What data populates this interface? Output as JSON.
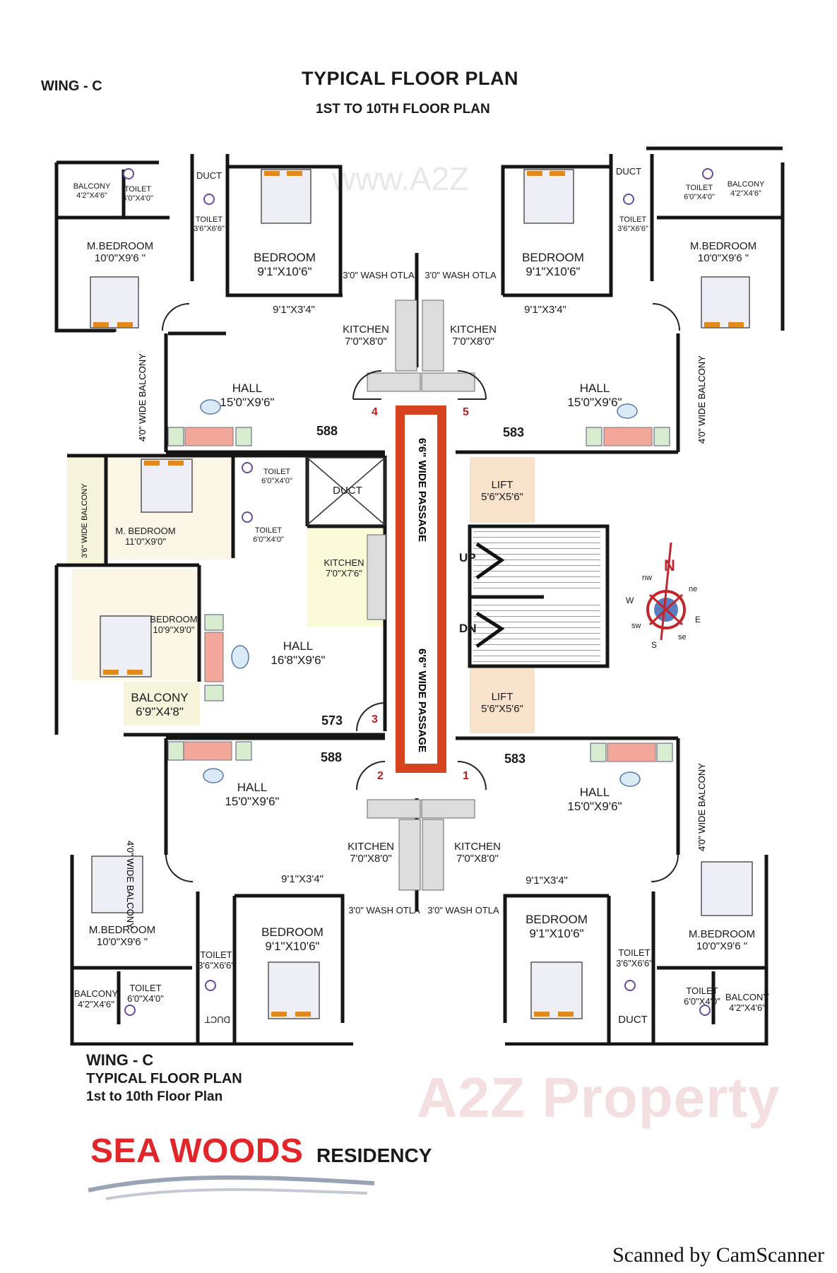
{
  "header": {
    "wing": "WING - C",
    "title": "TYPICAL FLOOR PLAN",
    "subtitle": "1ST TO 10TH FLOOR PLAN"
  },
  "watermark_top": "www.A2Z",
  "flats": {
    "f588_top": {
      "number": "588",
      "balcony": [
        "BALCONY",
        "4'2\"X4'6\""
      ],
      "toilet1": [
        "TOILET",
        "6'0\"X4'0\""
      ],
      "duct": "DUCT",
      "toilet2": [
        "TOILET",
        "3'6\"X6'6\""
      ],
      "mbed": [
        "M.BEDROOM",
        "10'0\"X9'6 \""
      ],
      "bed": [
        "BEDROOM",
        "9'1\"X10'6\""
      ],
      "wash": "3'0\" WASH OTLA",
      "passage_dim": "9'1\"X3'4\"",
      "kitchen": [
        "KITCHEN",
        "7'0\"X8'0\""
      ],
      "hall": [
        "HALL",
        "15'0\"X9'6\""
      ],
      "wide_balcony": "4'0\" WIDE BALCONY",
      "door": "4"
    },
    "f583_top": {
      "number": "583",
      "balcony": [
        "BALCONY",
        "4'2\"X4'6\""
      ],
      "toilet1": [
        "TOILET",
        "6'0\"X4'0\""
      ],
      "duct": "DUCT",
      "toilet2": [
        "TOILET",
        "3'6\"X6'6\""
      ],
      "mbed": [
        "M.BEDROOM",
        "10'0\"X9'6 \""
      ],
      "bed": [
        "BEDROOM",
        "9'1\"X10'6\""
      ],
      "wash": "3'0\" WASH OTLA",
      "passage_dim": "9'1\"X3'4\"",
      "kitchen": [
        "KITCHEN",
        "7'0\"X8'0\""
      ],
      "hall": [
        "HALL",
        "15'0\"X9'6\""
      ],
      "wide_balcony": "4'0\" WIDE BALCONY",
      "door": "5"
    },
    "f573": {
      "number": "573",
      "wide_balcony": "3'6\" WIDE BALCONY",
      "mbed": [
        "M. BEDROOM",
        "11'0\"X9'0\""
      ],
      "toilet1": [
        "TOILET",
        "6'0\"X4'0\""
      ],
      "toilet2": [
        "TOILET",
        "6'0\"X4'0\""
      ],
      "duct": "DUCT",
      "kitchen": [
        "KITCHEN",
        "7'0\"X7'6\""
      ],
      "bed": [
        "BEDROOM",
        "10'9\"X9'0\""
      ],
      "hall": [
        "HALL",
        "16'8\"X9'6\""
      ],
      "balcony": [
        "BALCONY",
        "6'9\"X4'8\""
      ],
      "door": "3"
    },
    "f588_bot": {
      "number": "588",
      "wide_balcony": "4'0\" WIDE BALCONY",
      "hall": [
        "HALL",
        "15'0\"X9'6\""
      ],
      "kitchen": [
        "KITCHEN",
        "7'0\"X8'0\""
      ],
      "passage_dim": "9'1\"X3'4\"",
      "wash": "3'0\" WASH OTLA",
      "mbed": [
        "M.BEDROOM",
        "10'0\"X9'6 \""
      ],
      "toilet2": [
        "TOILET",
        "3'6\"X6'6\""
      ],
      "bed": [
        "BEDROOM",
        "9'1\"X10'6\""
      ],
      "balcony": [
        "BALCONY",
        "4'2\"X4'6\""
      ],
      "toilet1": [
        "TOILET",
        "6'0\"X4'0\""
      ],
      "duct": "DUCT",
      "door": "2"
    },
    "f583_bot": {
      "number": "583",
      "wide_balcony": "4'0\" WIDE BALCONY",
      "hall": [
        "HALL",
        "15'0\"X9'6\""
      ],
      "kitchen": [
        "KITCHEN",
        "7'0\"X8'0\""
      ],
      "passage_dim": "9'1\"X3'4\"",
      "wash": "3'0\" WASH OTLA",
      "bed": [
        "BEDROOM",
        "9'1\"X10'6\""
      ],
      "toilet2": [
        "TOILET",
        "3'6\"X6'6\""
      ],
      "mbed": [
        "M.BEDROOM",
        "10'0\"X9'6 \""
      ],
      "duct": "DUCT",
      "toilet1": [
        "TOILET",
        "6'0\"X4'0\""
      ],
      "balcony": [
        "BALCONY",
        "4'2\"X4'6\""
      ],
      "door": "1"
    }
  },
  "core": {
    "passage_top": "6'6\" WIDE PASSAGE",
    "passage_bottom": "6'6\" WIDE PASSAGE",
    "lift1": [
      "LIFT",
      "5'6\"X5'6\""
    ],
    "lift2": [
      "LIFT",
      "5'6\"X5'6\""
    ],
    "up": "UP",
    "dn": "DN"
  },
  "compass": {
    "N": "N",
    "nw": "nw",
    "ne": "ne",
    "W": "W",
    "E": "E",
    "sw": "sw",
    "se": "se",
    "S": "S"
  },
  "footer": {
    "wing": "WING - C",
    "title": "TYPICAL FLOOR PLAN",
    "subtitle": "1st to 10th Floor Plan",
    "brand_main": "SEA WOODS",
    "brand_sub": "RESIDENCY",
    "watermark": "A2Z Property",
    "scanner": "Scanned by CamScanner"
  },
  "colors": {
    "wall": "#151515",
    "passage": "#d8431f",
    "lift": "#f8e2cc",
    "balcony_tint": "#f7f4dc",
    "bedroom_tint": "#fbf6e6",
    "brand_red": "#e0262b"
  }
}
